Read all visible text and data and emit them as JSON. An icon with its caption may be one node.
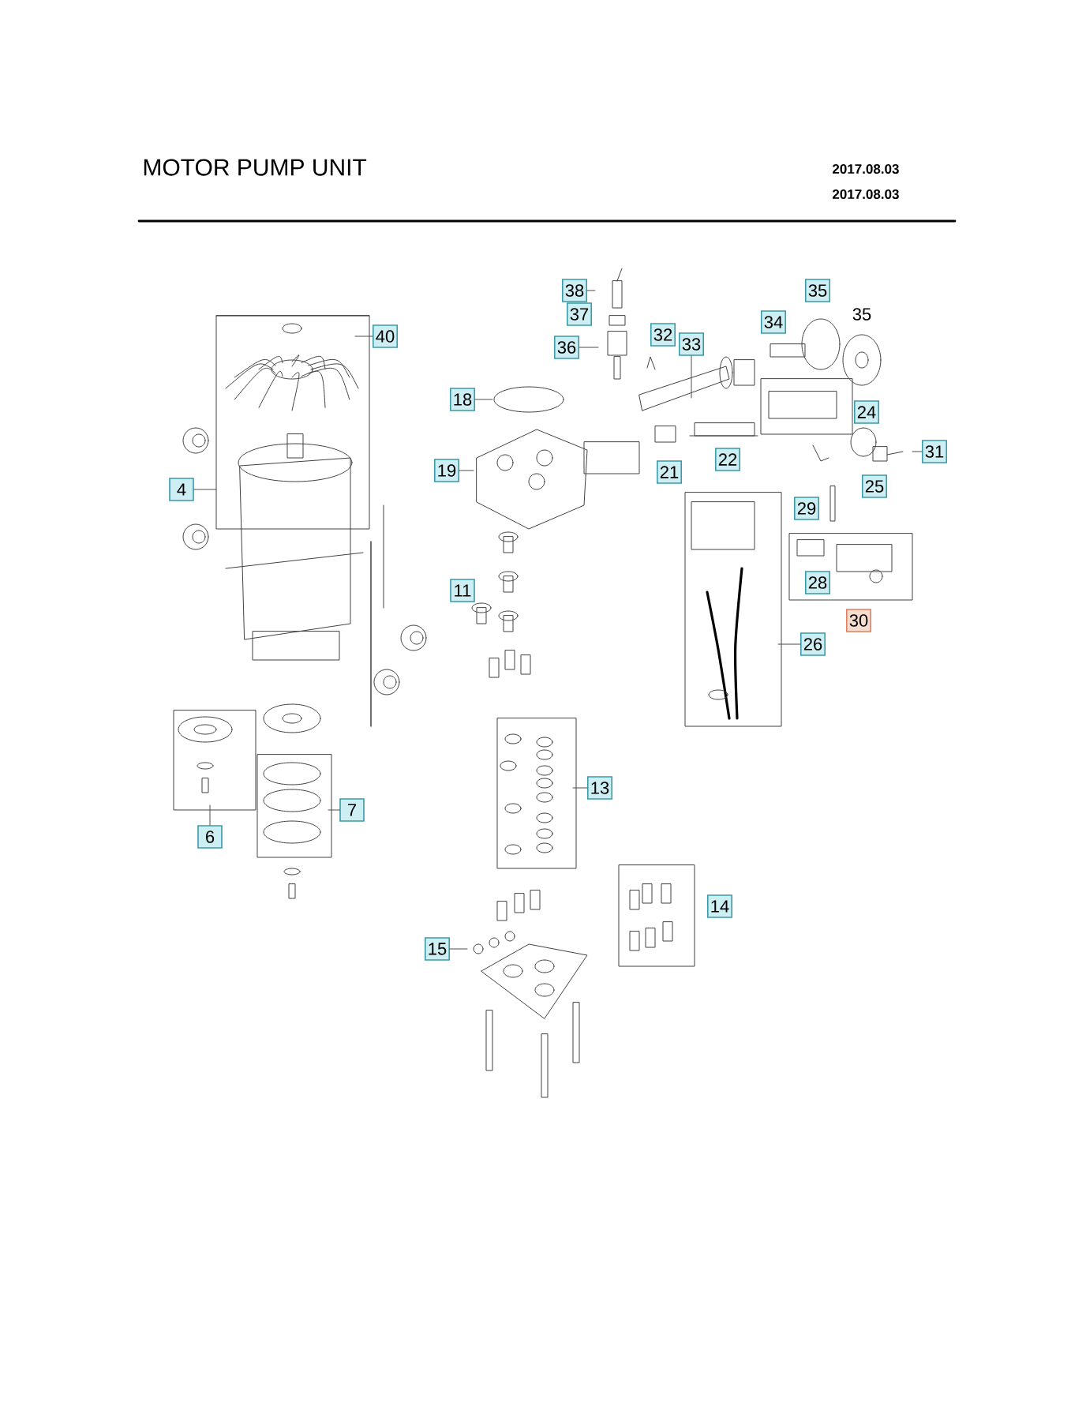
{
  "diagram": {
    "title": "MOTOR PUMP UNIT",
    "nodes": [
      {
        "text": [
          "40"
        ]
      },
      {
        "text": [
          "4"
        ]
      },
      {
        "text": [
          "38"
        ]
      },
      {
        "text": [
          "37"
        ]
      },
      {
        "text": [
          "36"
        ]
      },
      {
        "text": [
          "32"
        ]
      },
      {
        "text": [
          "33"
        ]
      },
      {
        "text": [
          "34"
        ]
      },
      {
        "text": [
          "35"
        ]
      },
      {
        "text": [
          "18"
        ]
      },
      {
        "text": [
          "19"
        ]
      },
      {
        "text": [
          "21"
        ]
      },
      {
        "text": [
          "22"
        ]
      },
      {
        "text": [
          "24"
        ]
      },
      {
        "text": [
          "31"
        ]
      },
      {
        "text": [
          "25"
        ]
      },
      {
        "text": [
          "29"
        ]
      },
      {
        "text": [
          "28"
        ]
      },
      {
        "text": [
          "30"
        ]
      },
      {
        "text": [
          "26"
        ]
      },
      {
        "text": [
          "11"
        ]
      },
      {
        "text": [
          "6"
        ]
      },
      {
        "text": [
          "7"
        ]
      },
      {
        "text": [
          "13"
        ]
      },
      {
        "text": [
          "14"
        ]
      },
      {
        "text": [
          "15"
        ]
      }
    ],
    "edges": [
      {
        "from": 0,
        "to": null,
        "arrow": "none"
      },
      {
        "from": 1,
        "to": null,
        "arrow": "none"
      },
      {
        "from": 2,
        "to": null,
        "arrow": "none"
      },
      {
        "from": 4,
        "to": null,
        "arrow": "none"
      },
      {
        "from": 6,
        "to": null,
        "arrow": "none"
      },
      {
        "from": 9,
        "to": null,
        "arrow": "none"
      },
      {
        "from": 10,
        "to": null,
        "arrow": "none"
      },
      {
        "from": 14,
        "to": null,
        "arrow": "none"
      },
      {
        "from": 19,
        "to": null,
        "arrow": "none"
      },
      {
        "from": 21,
        "to": null,
        "arrow": "none"
      },
      {
        "from": 22,
        "to": null,
        "arrow": "none"
      },
      {
        "from": 23,
        "to": null,
        "arrow": "none"
      },
      {
        "from": 25,
        "to": null,
        "arrow": "none"
      }
    ],
    "labels": [
      "2017.08.03",
      "2017.08.03",
      "35"
    ]
  }
}
